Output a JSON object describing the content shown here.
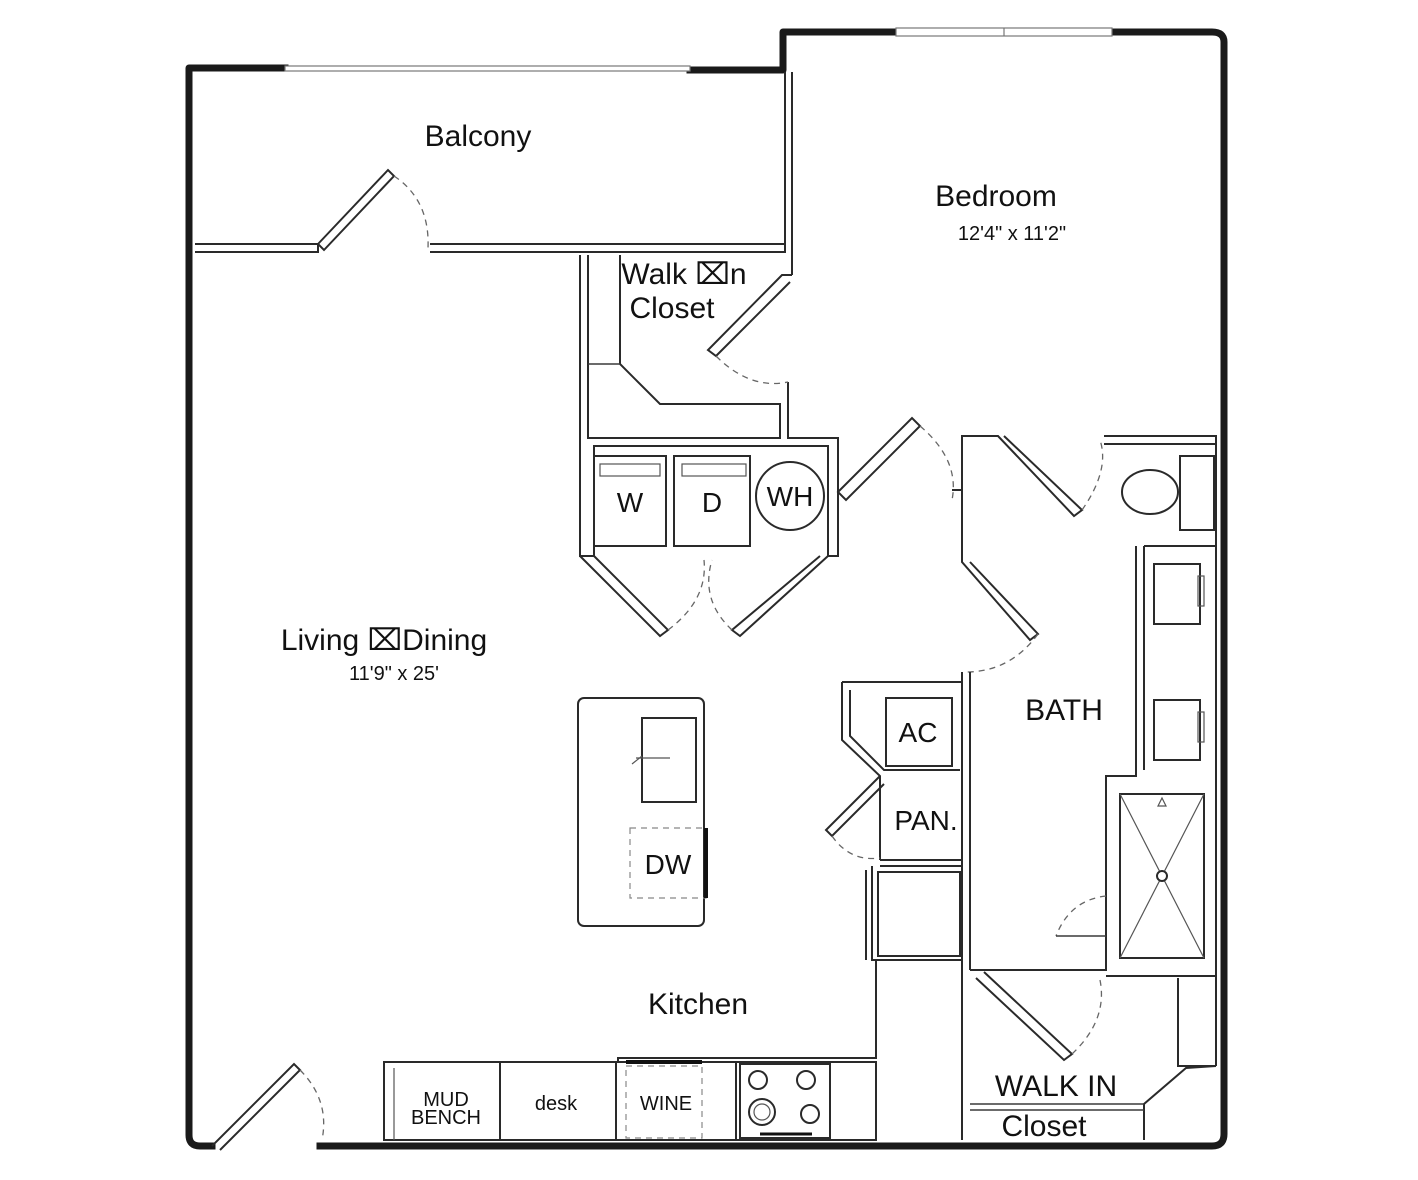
{
  "rooms": {
    "balcony": {
      "label": "Balcony"
    },
    "bedroom": {
      "label": "Bedroom",
      "dims": "12'4\" x 11'2\""
    },
    "walk_in_closet_upper": {
      "line1": "Walk ⌧n",
      "line2": "Closet"
    },
    "living_dining": {
      "label": "Living  ⌧Dining",
      "dims": "11'9\" x 25'"
    },
    "bath": {
      "label": "BATH"
    },
    "kitchen": {
      "label": "Kitchen"
    },
    "walk_in_closet_lower": {
      "line1": "WALK IN",
      "line2": "Closet"
    }
  },
  "appliances": {
    "washer": "W",
    "dryer": "D",
    "water_heater": "WH",
    "ac": "AC",
    "pantry": "PAN.",
    "dishwasher": "DW",
    "mud_bench_line1": "MUD",
    "mud_bench_line2": "BENCH",
    "desk": "desk",
    "wine": "WINE"
  }
}
